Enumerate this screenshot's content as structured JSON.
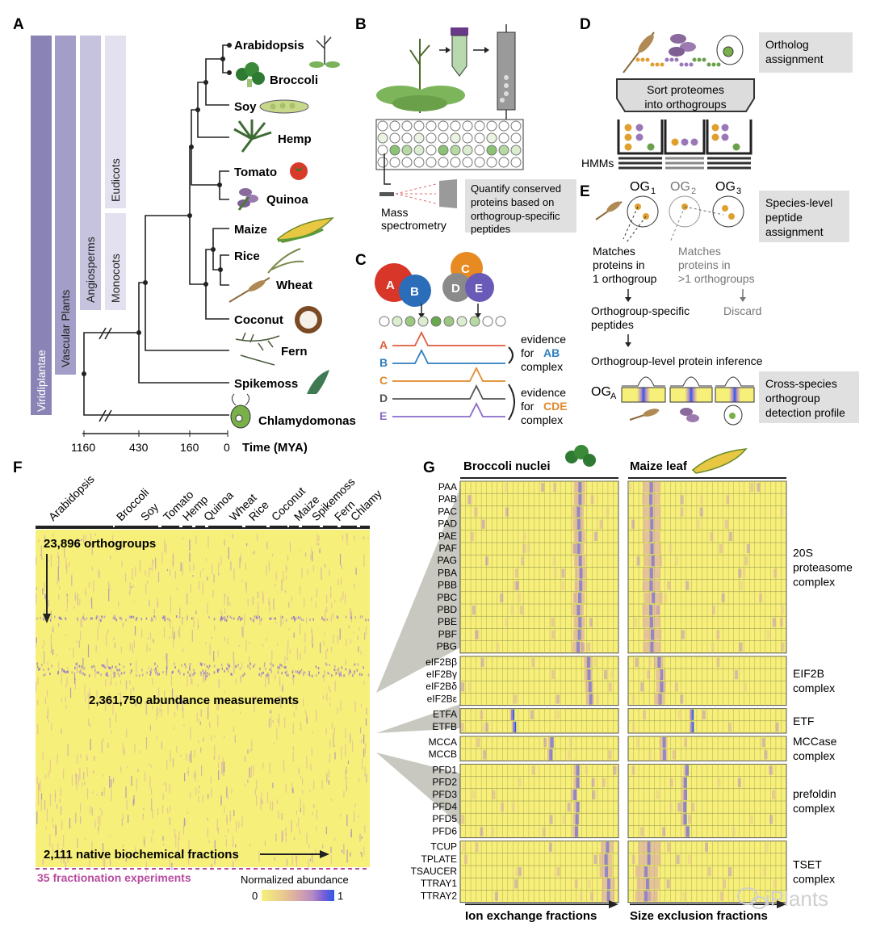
{
  "panel_labels": [
    "A",
    "B",
    "C",
    "D",
    "E",
    "F",
    "G"
  ],
  "panelA": {
    "clades": [
      "Viridiplantae",
      "Vascular Plants",
      "Angiosperms",
      "Eudicots",
      "Monocots"
    ],
    "species": [
      "Arabidopsis",
      "Broccoli",
      "Soy",
      "Hemp",
      "Tomato",
      "Quinoa",
      "Maize",
      "Rice",
      "Wheat",
      "Coconut",
      "Fern",
      "Spikemoss",
      "Chlamydomonas"
    ],
    "axis_ticks": [
      "1160",
      "430",
      "160",
      "0"
    ],
    "axis_label": "Time (MYA)"
  },
  "panelB": {
    "ms_label": "Mass spectrometry",
    "note": "Quantify conserved proteins based on orthogroup-specific peptides"
  },
  "panelC": {
    "traces": [
      {
        "letter": "A",
        "color": "#e05a3c"
      },
      {
        "letter": "B",
        "color": "#2f7fc0"
      },
      {
        "letter": "C",
        "color": "#e08a2c"
      },
      {
        "letter": "D",
        "color": "#555555"
      },
      {
        "letter": "E",
        "color": "#8a6cc8"
      }
    ],
    "evidence_ab": [
      "evidence",
      "for",
      "AB",
      "complex"
    ],
    "evidence_cde": [
      "evidence",
      "for",
      "CDE",
      "complex"
    ]
  },
  "panelD": {
    "box_label": "Ortholog assignment",
    "sort_text": [
      "Sort proteomes",
      "into orthogroups"
    ],
    "hmms": "HMMs"
  },
  "panelE": {
    "og_labels": [
      "OG",
      "OG",
      "OG"
    ],
    "og_subs": [
      "1",
      "2",
      "3"
    ],
    "box1": "Species-level peptide assignment",
    "matches1": [
      "Matches",
      "proteins in",
      "1 orthogroup"
    ],
    "matches2": [
      "Matches",
      "proteins in",
      ">1 orthogroups"
    ],
    "discard": "Discard",
    "specific": [
      "Orthogroup-specific",
      "peptides"
    ],
    "inference": "Orthogroup-level protein inference",
    "oga": "OG",
    "oga_sub": "A",
    "box2": "Cross-species orthogroup detection profile"
  },
  "panelF": {
    "species_labels": [
      "Arabidopsis",
      "Broccoli",
      "Soy",
      "Tomato",
      "Hemp",
      "Quinoa",
      "Wheat",
      "Rice",
      "Coconut",
      "Maize",
      "Spikemoss",
      "Fern",
      "Chlamy"
    ],
    "orthogroups": "23,896 orthogroups",
    "measurements": "2,361,750 abundance measurements",
    "fractions": "2,111 native biochemical fractions",
    "experiments": "35 fractionation experiments",
    "legend_title": "Normalized abundance",
    "legend_min": "0",
    "legend_max": "1",
    "colorscale": [
      "#f6f07a",
      "#e9c98f",
      "#d8a7a8",
      "#b58ac4",
      "#7b5fd8",
      "#2a58e8"
    ]
  },
  "panelG": {
    "left_title": "Broccoli nuclei",
    "right_title": "Maize leaf",
    "groups": [
      {
        "proteins": [
          "PAA",
          "PAB",
          "PAC",
          "PAD",
          "PAE",
          "PAF",
          "PAG",
          "PBA",
          "PBB",
          "PBC",
          "PBD",
          "PBE",
          "PBF",
          "PBG"
        ],
        "complex": [
          "20S",
          "proteasome",
          "complex"
        ]
      },
      {
        "proteins": [
          "eIF2Bβ",
          "eIF2Bγ",
          "eIF2Bδ",
          "eIF2Bε"
        ],
        "complex": [
          "EIF2B",
          "complex"
        ]
      },
      {
        "proteins": [
          "ETFA",
          "ETFB"
        ],
        "complex": [
          "ETF"
        ]
      },
      {
        "proteins": [
          "MCCA",
          "MCCB"
        ],
        "complex": [
          "MCCase",
          "complex"
        ]
      },
      {
        "proteins": [
          "PFD1",
          "PFD2",
          "PFD3",
          "PFD4",
          "PFD5",
          "PFD6"
        ],
        "complex": [
          "prefoldin",
          "complex"
        ]
      },
      {
        "proteins": [
          "TCUP",
          "TPLATE",
          "TSAUCER",
          "TTRAY1",
          "TTRAY2"
        ],
        "complex": [
          "TSET",
          "complex"
        ]
      }
    ],
    "xlabel_left": "Ion exchange fractions",
    "xlabel_right": "Size exclusion fractions"
  },
  "watermark": "iPlants"
}
